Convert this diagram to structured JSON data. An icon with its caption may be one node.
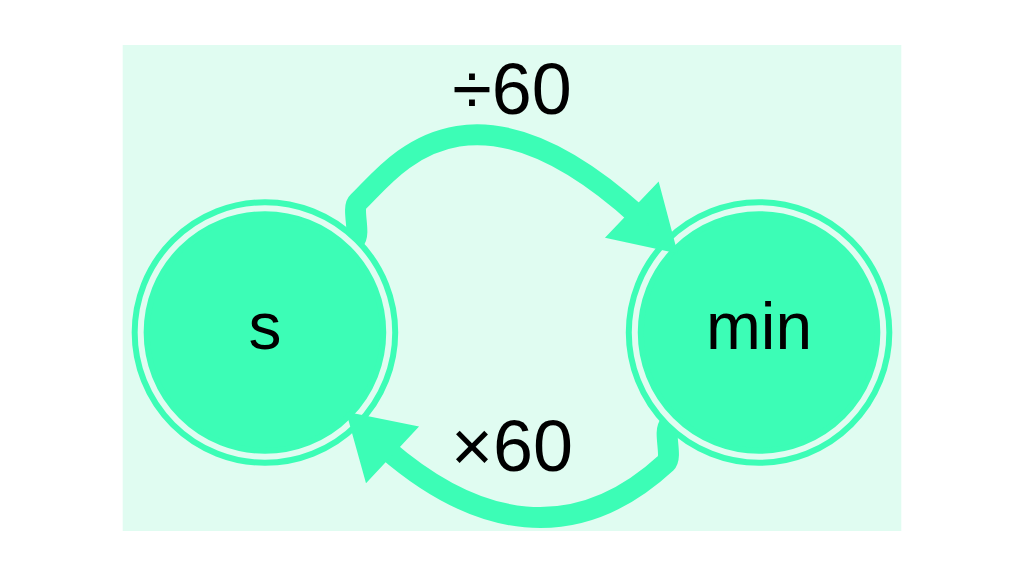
{
  "diagram": {
    "nodes": [
      {
        "text": [
          "s"
        ]
      },
      {
        "text": [
          "min"
        ]
      }
    ],
    "edges": [
      {
        "from": 0,
        "to": 1,
        "arrow": "to",
        "label": "÷60"
      },
      {
        "from": 1,
        "to": 0,
        "arrow": "to",
        "label": "×60"
      }
    ]
  }
}
